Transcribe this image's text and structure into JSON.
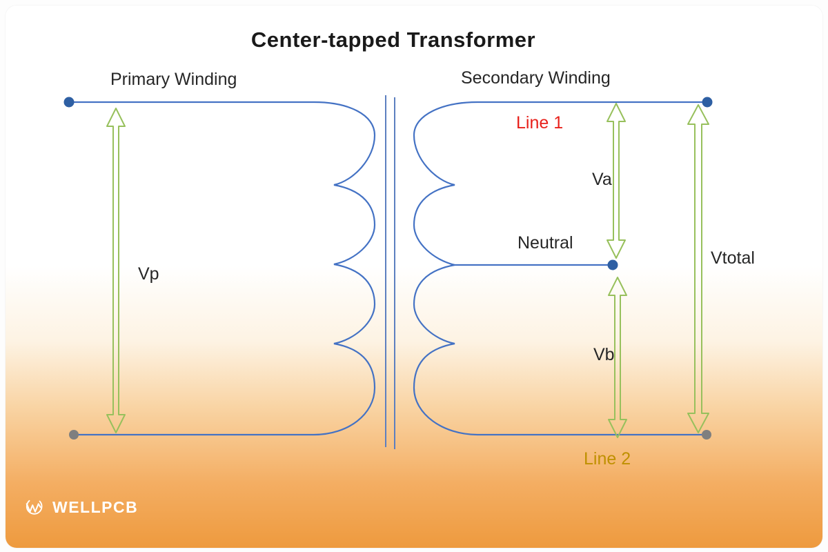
{
  "diagram": {
    "title": "Center-tapped Transformer",
    "labels": {
      "primary_winding": "Primary Winding",
      "secondary_winding": "Secondary Winding",
      "line1": "Line 1",
      "neutral": "Neutral",
      "line2": "Line 2",
      "vp": "Vp",
      "va": "Va",
      "vb": "Vb",
      "vtotal": "Vtotal"
    },
    "colors": {
      "wire_blue": "#4472c4",
      "core_blue": "#5c7fc0",
      "terminal_blue": "#2e5fa3",
      "terminal_gray": "#7f7f7f",
      "arrow_green": "#97c05c",
      "line1_red": "#e8201a",
      "line2_gold": "#bf9000",
      "text_dark": "#262626",
      "background_orange": "#ee9a3e"
    }
  },
  "branding": {
    "logo_text": "WELLPCB"
  }
}
